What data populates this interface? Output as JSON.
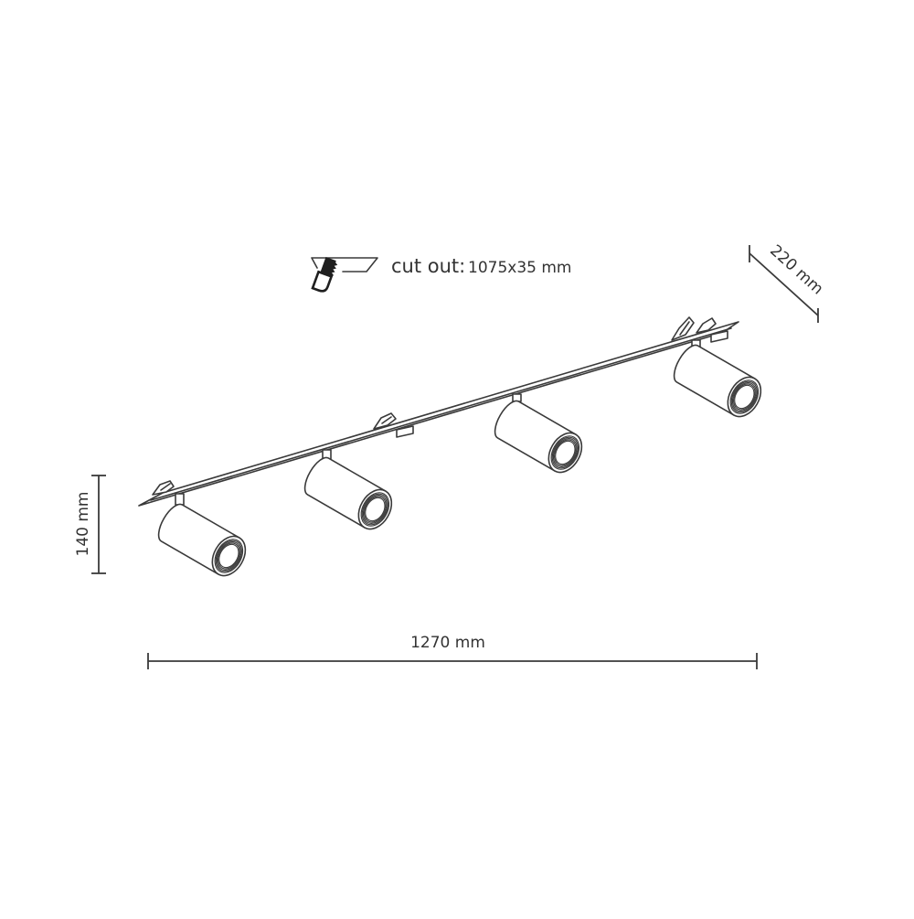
{
  "cut_out": {
    "label": "cut out:",
    "value": "1075x35 mm",
    "icon": "saw-cut-out-icon"
  },
  "dimensions": {
    "depth": "220 mm",
    "height": "140 mm",
    "length": "1270 mm"
  },
  "colors": {
    "line": "#3a3a3a",
    "text": "#333333",
    "background": "#ffffff"
  }
}
